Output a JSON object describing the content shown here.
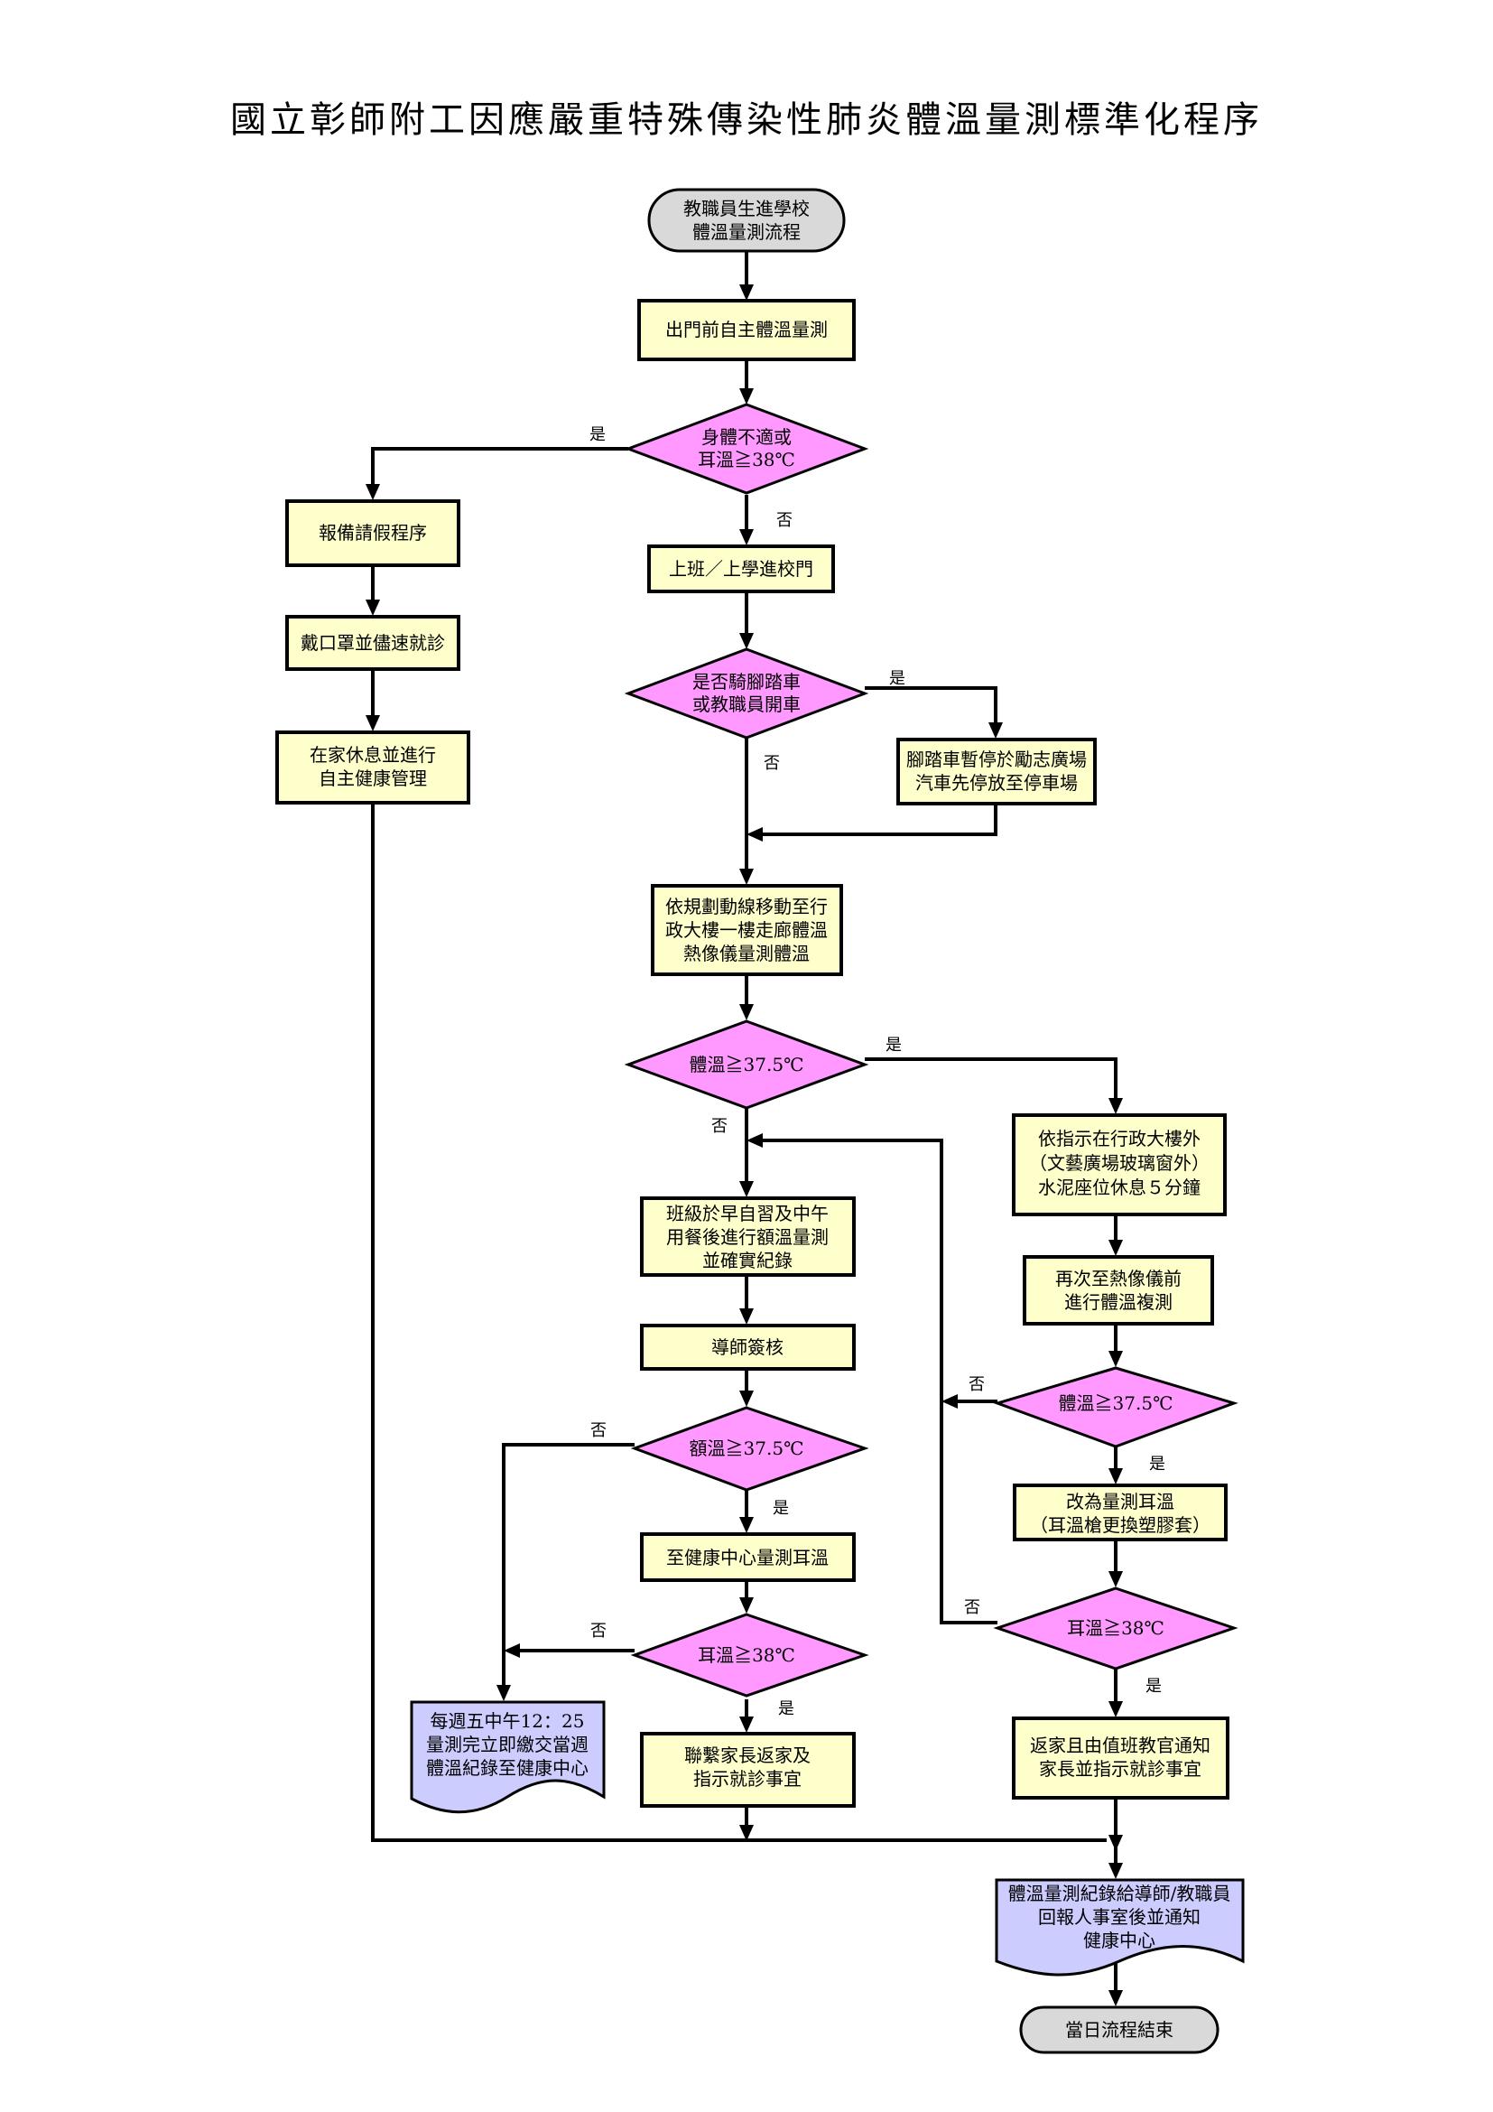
{
  "title": "國立彰師附工因應嚴重特殊傳染性肺炎體溫量測標準化程序",
  "nodes": {
    "start": [
      "教職員生進學校",
      "體溫量測流程"
    ],
    "self_check": [
      "出門前自主體溫量測"
    ],
    "d_unwell": [
      "身體不適或",
      "耳溫≧38℃"
    ],
    "leave": [
      "報備請假程序"
    ],
    "mask": [
      "戴口罩並儘速就診"
    ],
    "rest_home": [
      "在家休息並進行",
      "自主健康管理"
    ],
    "enter": [
      "上班／上學進校門"
    ],
    "d_vehicle": [
      "是否騎腳踏車",
      "或教職員開車"
    ],
    "parking": [
      "腳踏車暫停於勵志廣場",
      "汽車先停放至停車場"
    ],
    "route": [
      "依規劃動線移動至行",
      "政大樓一樓走廊體溫",
      "熱像儀量測體溫"
    ],
    "d_temp1": [
      "體溫≧37.5℃"
    ],
    "rest5": [
      "依指示在行政大樓外",
      "（文藝廣場玻璃窗外）",
      "水泥座位休息５分鐘"
    ],
    "recheck": [
      "再次至熱像儀前",
      "進行體溫複測"
    ],
    "d_temp2": [
      "體溫≧37.5℃"
    ],
    "ear_measure": [
      "改為量測耳溫",
      "（耳溫槍更換塑膠套）"
    ],
    "d_ear2": [
      "耳溫≧38℃"
    ],
    "go_home": [
      "返家且由值班教官通知",
      "家長並指示就診事宜"
    ],
    "class_check": [
      "班級於早自習及中午",
      "用餐後進行額溫量測",
      "並確實紀錄"
    ],
    "tutor": [
      "導師簽核"
    ],
    "d_forehead": [
      "額溫≧37.5℃"
    ],
    "health_ear": [
      "至健康中心量測耳溫"
    ],
    "d_ear1": [
      "耳溫≧38℃"
    ],
    "contact": [
      "聯繫家長返家及",
      "指示就診事宜"
    ],
    "weekly": [
      "每週五中午12：25",
      "量測完立即繳交當週",
      "體溫紀錄至健康中心"
    ],
    "report": [
      "體溫量測紀錄給導師/教職員",
      "回報人事室後並通知",
      "健康中心"
    ],
    "end": [
      "當日流程結束"
    ]
  },
  "edge_labels": {
    "unwell_yes": "是",
    "unwell_no": "否",
    "vehicle_yes": "是",
    "vehicle_no": "否",
    "temp1_yes": "是",
    "temp1_no": "否",
    "temp2_no": "否",
    "temp2_yes": "是",
    "ear2_no": "否",
    "ear2_yes": "是",
    "forehead_no": "否",
    "forehead_yes": "是",
    "ear1_no": "否",
    "ear1_yes": "是"
  }
}
